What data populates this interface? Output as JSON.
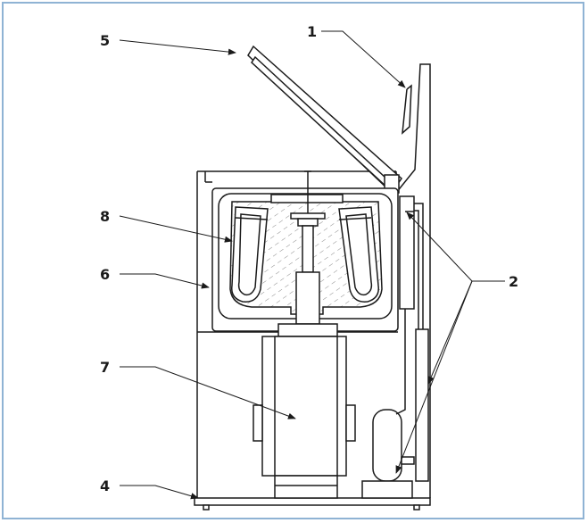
{
  "figure": {
    "border_color": "#8fb3d4",
    "line_color": "#1a1a1a",
    "callouts": [
      {
        "id": "c1",
        "label": "1"
      },
      {
        "id": "c2",
        "label": "2"
      },
      {
        "id": "c4",
        "label": "4"
      },
      {
        "id": "c5",
        "label": "5"
      },
      {
        "id": "c6",
        "label": "6"
      },
      {
        "id": "c7",
        "label": "7"
      },
      {
        "id": "c8",
        "label": "8"
      }
    ]
  }
}
